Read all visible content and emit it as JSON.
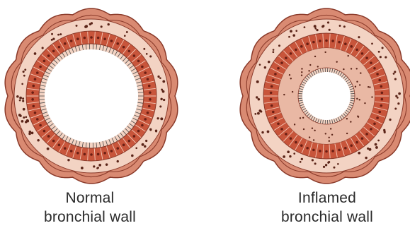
{
  "figure": {
    "panels": [
      {
        "id": "normal",
        "caption_line1": "Normal",
        "caption_line2": "bronchial wall",
        "lumen": "wide"
      },
      {
        "id": "inflamed",
        "caption_line1": "Inflamed",
        "caption_line2": "bronchial wall",
        "lumen": "narrowed"
      }
    ]
  },
  "colors": {
    "outer_muscle": "#d98a72",
    "muscle_outline": "#8a3a2a",
    "submucosa": "#f3d3c3",
    "swollen_mucosa": "#e9b8a4",
    "epithelium_cells": "#c8553b",
    "cell_nucleus": "#6b1f14",
    "cilia": "#4a4a4a",
    "dots": "#5a2418",
    "lumen": "#ffffff",
    "caption_text": "#2a2a2a"
  }
}
